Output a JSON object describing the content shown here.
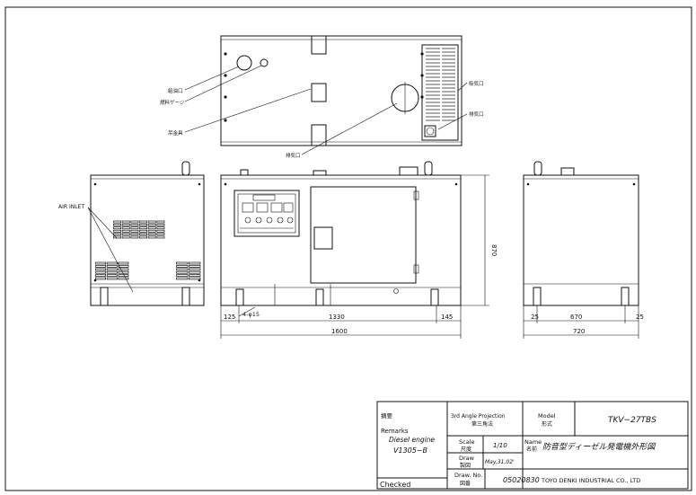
{
  "plan_labels": {
    "fuel_port": "給油口",
    "fuel_gauge": "燃料ゲージ",
    "lifting_hook": "吊金具",
    "exhaust_port": "排気口",
    "air_intake_port": "吸気口",
    "drain_port": "排気口"
  },
  "left_view": {
    "air_inlet": "AIR INLET"
  },
  "dimensions": {
    "height": "870",
    "front_125": "125",
    "front_holes": "4-φ15",
    "front_1330": "1330",
    "front_145": "145",
    "front_total": "1600",
    "side_25a": "25",
    "side_670": "670",
    "side_25b": "25",
    "side_total": "720"
  },
  "title_block": {
    "remarks_jp": "摘要",
    "remarks_en": "Remarks",
    "engine_label": "Diesel engine",
    "engine_model": "V1305−B",
    "checked": "Checked",
    "projection_en": "3rd Angle Projection",
    "projection_jp": "第三角法",
    "model_en": "Model",
    "model_jp": "形式",
    "model_value": "TKV−27TBS",
    "scale_en": "Scale",
    "scale_jp": "尺度",
    "scale_value": "1/10",
    "name_en": "Name",
    "name_jp": "名前",
    "name_value": "防音型ディーゼル発電機外形図",
    "draw_en": "Draw",
    "draw_jp": "製図",
    "draw_value": "May,31,02'",
    "drawno_en": "Draw. No.",
    "drawno_jp": "図番",
    "drawno_value": "05020830",
    "company": "TOYO DENKI INDUSTRIAL CO., LTD"
  }
}
